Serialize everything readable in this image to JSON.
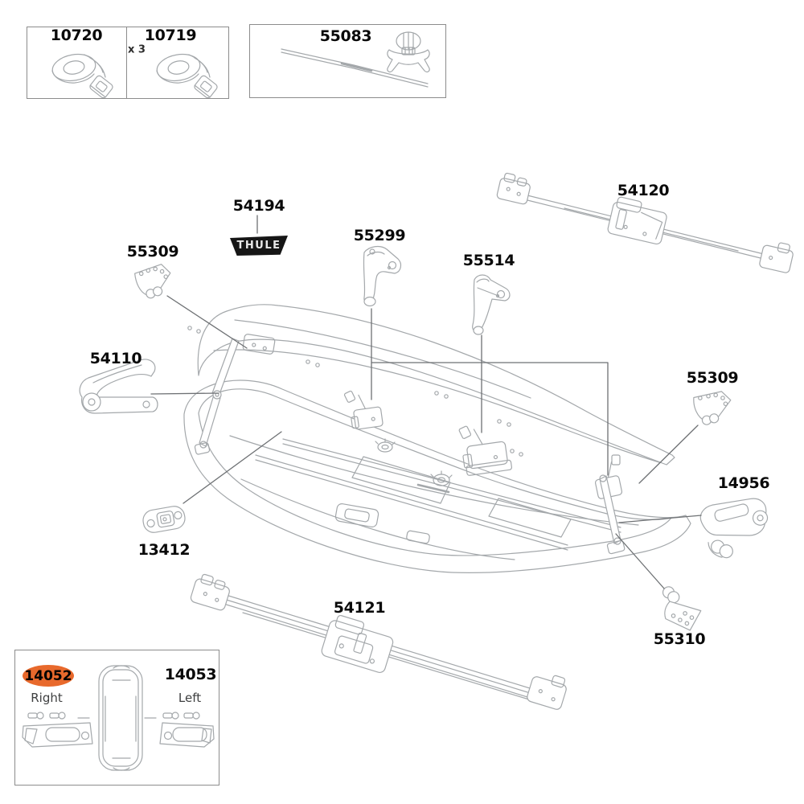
{
  "colors": {
    "art_line": "#a4a8ab",
    "leader": "#6e7174",
    "frame_border": "#8c8c8c",
    "label": "#0a0a0a",
    "side_label": "#3f4041",
    "highlight": "#e8692c",
    "logo_bg": "#161616",
    "logo_fg": "#e9e9e9"
  },
  "kit_box": {
    "items": [
      {
        "number": "10720",
        "qty": ""
      },
      {
        "number": "10719",
        "qty": "x 3"
      }
    ]
  },
  "cable_box": {
    "number": "55083"
  },
  "logo": {
    "text": "THULE"
  },
  "callouts": {
    "logo_badge": {
      "number": "54194"
    },
    "bracket_top_left": {
      "number": "55309"
    },
    "lock_left": {
      "number": "55299"
    },
    "lock_right": {
      "number": "55514"
    },
    "rail_rear": {
      "number": "54120"
    },
    "hook_left": {
      "number": "54110"
    },
    "bracket_right": {
      "number": "55309"
    },
    "clamp_right": {
      "number": "14956"
    },
    "plate_left": {
      "number": "13412"
    },
    "rail_front": {
      "number": "54121"
    },
    "bracket_bottom": {
      "number": "55310"
    }
  },
  "inset": {
    "right": {
      "number": "14052",
      "side_label": "Right",
      "highlighted": true
    },
    "left": {
      "number": "14053",
      "side_label": "Left"
    }
  }
}
